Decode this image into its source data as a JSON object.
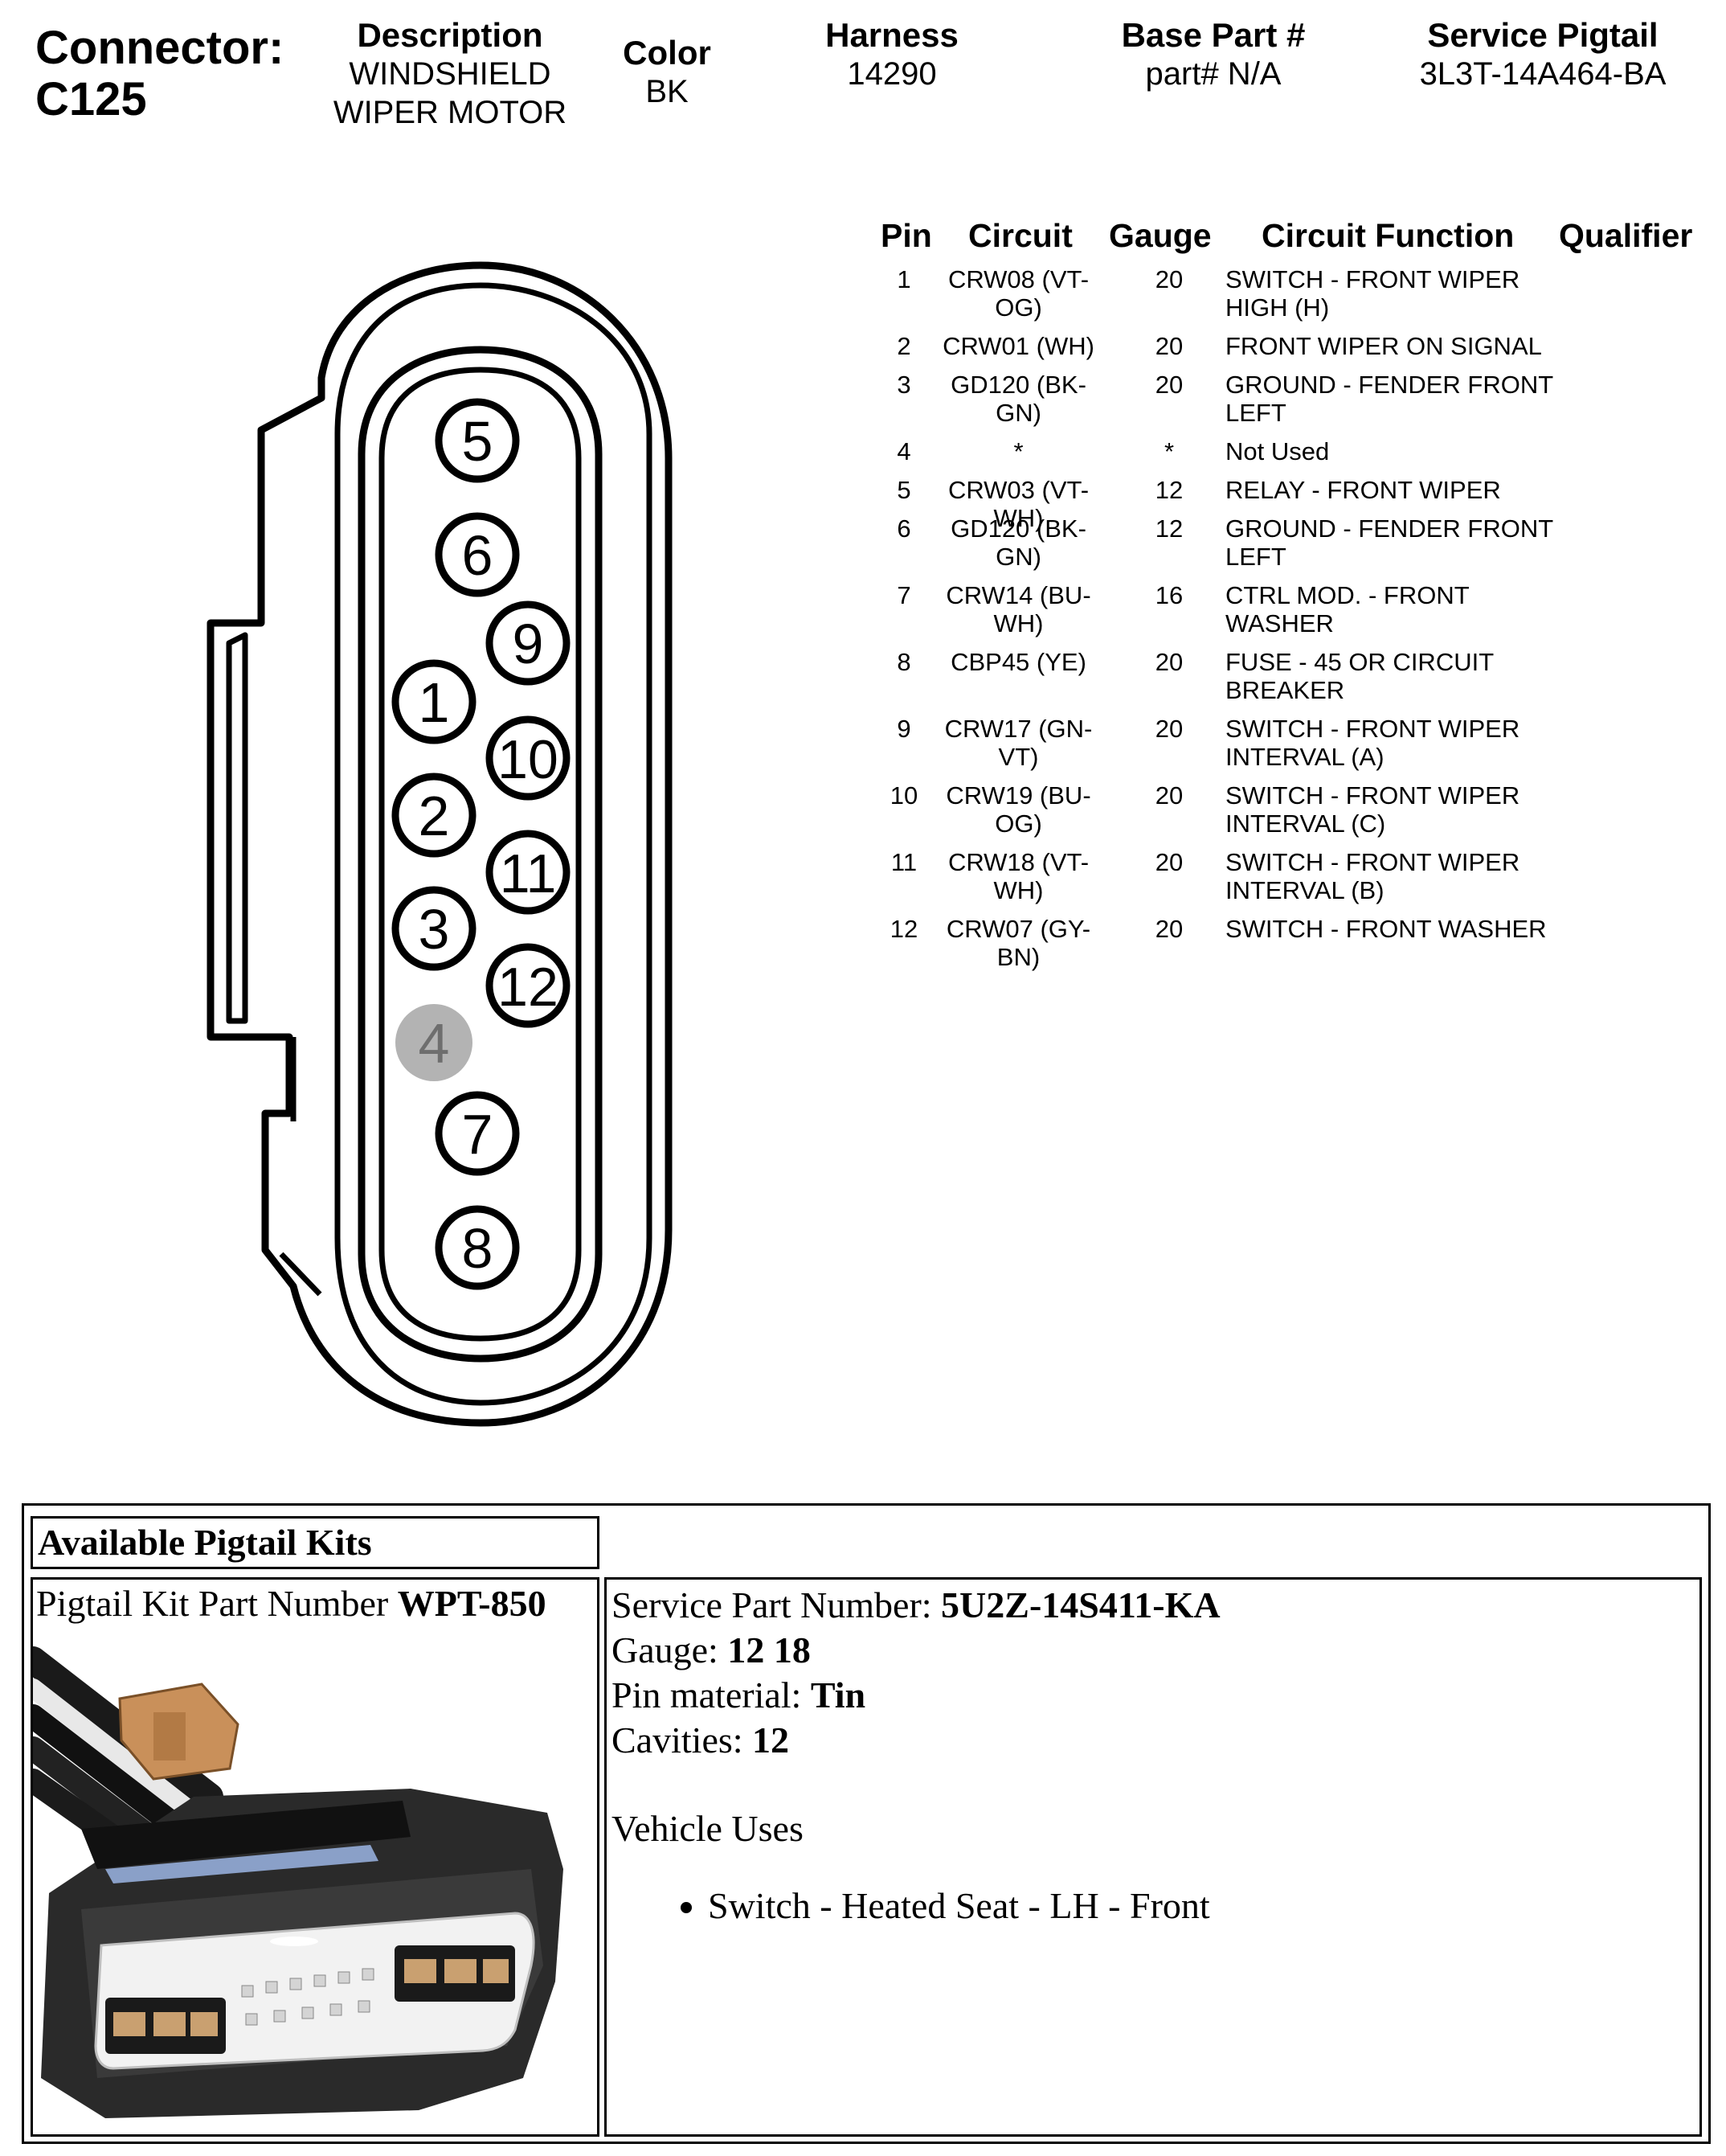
{
  "header": {
    "connector_label": "Connector:",
    "connector_id": "C125",
    "description_label": "Description",
    "description_value_line1": "WINDSHIELD",
    "description_value_line2": "WIPER MOTOR",
    "color_label": "Color",
    "color_value": "BK",
    "harness_label": "Harness",
    "harness_value": "14290",
    "base_part_label": "Base Part #",
    "base_part_value": "part# N/A",
    "service_pigtail_label": "Service Pigtail",
    "service_pigtail_value": "3L3T-14A464-BA"
  },
  "connector_pins": [
    "1",
    "2",
    "3",
    "4",
    "5",
    "6",
    "7",
    "8",
    "9",
    "10",
    "11",
    "12"
  ],
  "pin_table": {
    "headers": {
      "pin": "Pin",
      "circuit": "Circuit",
      "gauge": "Gauge",
      "function": "Circuit Function",
      "qualifier": "Qualifier"
    },
    "rows": [
      {
        "pin": "1",
        "circuit": "CRW08 (VT-OG)",
        "gauge": "20",
        "function": "SWITCH - FRONT WIPER HIGH (H)"
      },
      {
        "pin": "2",
        "circuit": "CRW01 (WH)",
        "gauge": "20",
        "function": "FRONT WIPER ON SIGNAL"
      },
      {
        "pin": "3",
        "circuit": "GD120 (BK-GN)",
        "gauge": "20",
        "function": "GROUND - FENDER FRONT LEFT"
      },
      {
        "pin": "4",
        "circuit": "*",
        "gauge": "*",
        "function": "Not Used"
      },
      {
        "pin": "5",
        "circuit": "CRW03 (VT-WH)",
        "gauge": "12",
        "function": "RELAY - FRONT WIPER"
      },
      {
        "pin": "6",
        "circuit": "GD120 (BK-GN)",
        "gauge": "12",
        "function": "GROUND - FENDER FRONT LEFT"
      },
      {
        "pin": "7",
        "circuit": "CRW14 (BU-WH)",
        "gauge": "16",
        "function": "CTRL MOD. - FRONT WASHER"
      },
      {
        "pin": "8",
        "circuit": "CBP45 (YE)",
        "gauge": "20",
        "function": "FUSE - 45 OR CIRCUIT BREAKER"
      },
      {
        "pin": "9",
        "circuit": "CRW17 (GN-VT)",
        "gauge": "20",
        "function": "SWITCH - FRONT WIPER INTERVAL (A)"
      },
      {
        "pin": "10",
        "circuit": "CRW19 (BU-OG)",
        "gauge": "20",
        "function": "SWITCH - FRONT WIPER INTERVAL (C)"
      },
      {
        "pin": "11",
        "circuit": "CRW18 (VT-WH)",
        "gauge": "20",
        "function": "SWITCH - FRONT WIPER INTERVAL (B)"
      },
      {
        "pin": "12",
        "circuit": "CRW07 (GY-BN)",
        "gauge": "20",
        "function": "SWITCH - FRONT WASHER"
      }
    ]
  },
  "pigtail": {
    "section_title": "Available Pigtail Kits",
    "kit_label": "Pigtail Kit Part Number ",
    "kit_number": "WPT-850",
    "service_part_label": "Service Part Number: ",
    "service_part_value": "5U2Z-14S411-KA",
    "gauge_label": "Gauge: ",
    "gauge_value": "12 18",
    "pin_material_label": "Pin material: ",
    "pin_material_value": "Tin",
    "cavities_label": "Cavities: ",
    "cavities_value": "12",
    "vehicle_uses_label": "Vehicle Uses",
    "vehicle_uses": [
      "Switch - Heated Seat - LH - Front"
    ]
  },
  "colors": {
    "unused_pin_fill": "#b3b3b3",
    "unused_pin_text": "#6e6e6e",
    "connector_tab": "#c9905a"
  }
}
